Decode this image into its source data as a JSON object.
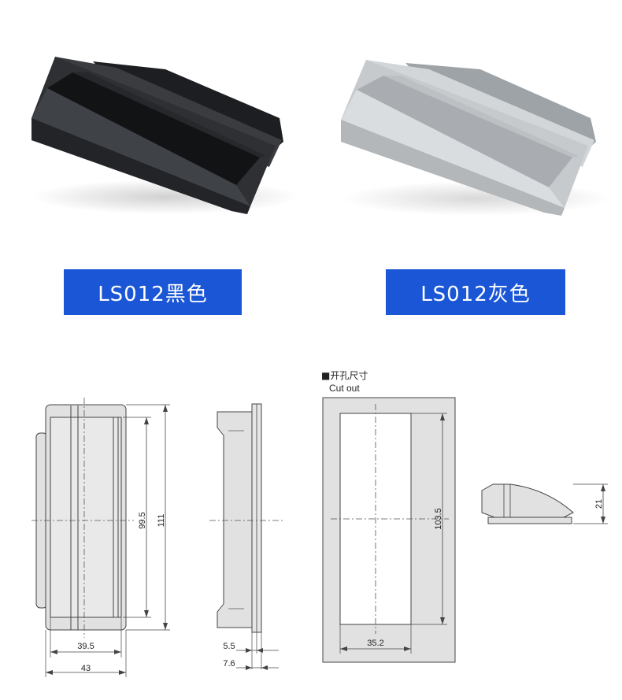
{
  "products": [
    {
      "label": "LS012黑色",
      "color": "#2a2c30"
    },
    {
      "label": "LS012灰色",
      "color": "#c9cdd0"
    }
  ],
  "label_color": "#1a56d6",
  "cutout": {
    "title_cn": "■开孔尺寸",
    "title_en": "Cut out"
  },
  "dimensions": {
    "front_height_inner": "99.5",
    "front_height_outer": "111",
    "front_width_inner": "39.5",
    "front_width_outer": "43",
    "side_depth_a": "5.5",
    "side_depth_b": "7.6",
    "cutout_height": "103.5",
    "cutout_width": "35.2",
    "profile_height": "21"
  }
}
